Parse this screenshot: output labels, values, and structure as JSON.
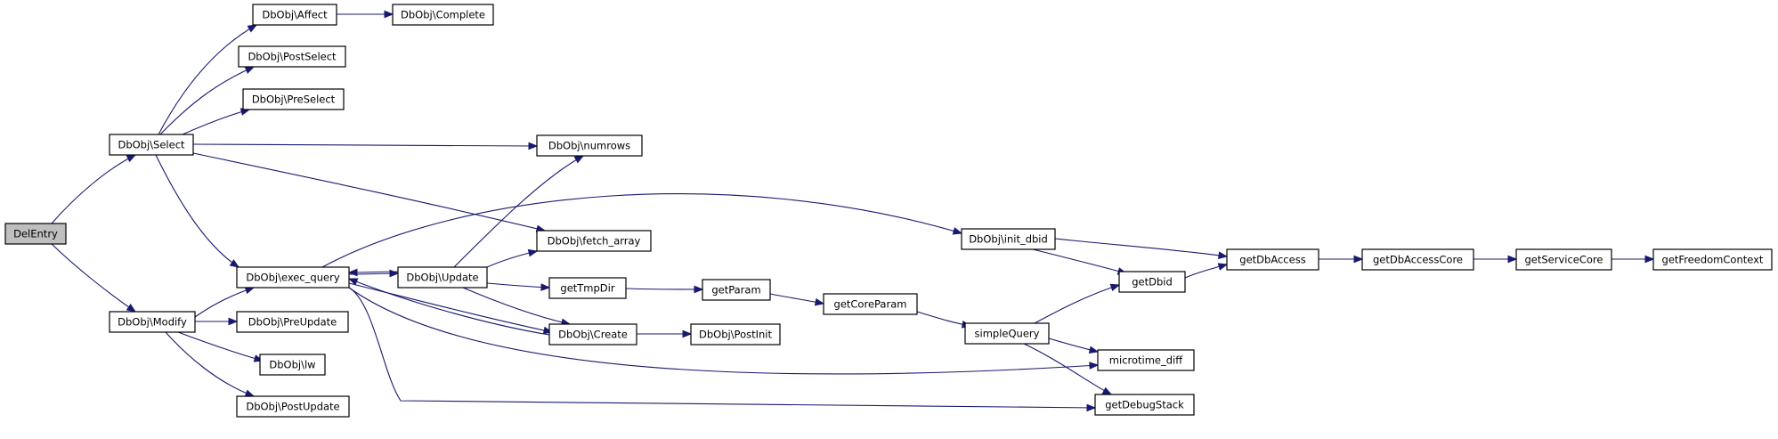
{
  "graph": {
    "nodes": [
      {
        "id": "delentry",
        "label": "DelEntry",
        "root": true
      },
      {
        "id": "select",
        "label": "DbObj\\Select"
      },
      {
        "id": "modify",
        "label": "DbObj\\Modify"
      },
      {
        "id": "affect",
        "label": "DbObj\\Affect"
      },
      {
        "id": "complete",
        "label": "DbObj\\Complete"
      },
      {
        "id": "postselect",
        "label": "DbObj\\PostSelect"
      },
      {
        "id": "preselect",
        "label": "DbObj\\PreSelect"
      },
      {
        "id": "numrows",
        "label": "DbObj\\numrows"
      },
      {
        "id": "fetch_array",
        "label": "DbObj\\fetch_array"
      },
      {
        "id": "exec_query",
        "label": "DbObj\\exec_query"
      },
      {
        "id": "update",
        "label": "DbObj\\Update"
      },
      {
        "id": "preupdate",
        "label": "DbObj\\PreUpdate"
      },
      {
        "id": "lw",
        "label": "DbObj\\lw"
      },
      {
        "id": "postupdate",
        "label": "DbObj\\PostUpdate"
      },
      {
        "id": "gettmpdir",
        "label": "getTmpDir"
      },
      {
        "id": "create",
        "label": "DbObj\\Create"
      },
      {
        "id": "postinit",
        "label": "DbObj\\PostInit"
      },
      {
        "id": "getparam",
        "label": "getParam"
      },
      {
        "id": "getcoreparam",
        "label": "getCoreParam"
      },
      {
        "id": "init_dbid",
        "label": "DbObj\\init_dbid"
      },
      {
        "id": "simplequery",
        "label": "simpleQuery"
      },
      {
        "id": "getdbid",
        "label": "getDbid"
      },
      {
        "id": "microtime_diff",
        "label": "microtime_diff"
      },
      {
        "id": "getdebugstack",
        "label": "getDebugStack"
      },
      {
        "id": "getdbaccess",
        "label": "getDbAccess"
      },
      {
        "id": "getdbaccesscore",
        "label": "getDbAccessCore"
      },
      {
        "id": "getservicecore",
        "label": "getServiceCore"
      },
      {
        "id": "getfreedomcontext",
        "label": "getFreedomContext"
      }
    ],
    "edges": [
      {
        "from": "delentry",
        "to": "select"
      },
      {
        "from": "delentry",
        "to": "modify"
      },
      {
        "from": "select",
        "to": "affect"
      },
      {
        "from": "select",
        "to": "postselect"
      },
      {
        "from": "select",
        "to": "preselect"
      },
      {
        "from": "select",
        "to": "numrows"
      },
      {
        "from": "select",
        "to": "fetch_array"
      },
      {
        "from": "select",
        "to": "exec_query"
      },
      {
        "from": "affect",
        "to": "complete"
      },
      {
        "from": "modify",
        "to": "exec_query"
      },
      {
        "from": "modify",
        "to": "preupdate"
      },
      {
        "from": "modify",
        "to": "lw"
      },
      {
        "from": "modify",
        "to": "postupdate"
      },
      {
        "from": "exec_query",
        "to": "init_dbid"
      },
      {
        "from": "exec_query",
        "to": "update"
      },
      {
        "from": "exec_query",
        "to": "create"
      },
      {
        "from": "exec_query",
        "to": "microtime_diff"
      },
      {
        "from": "exec_query",
        "to": "getdebugstack"
      },
      {
        "from": "update",
        "to": "numrows"
      },
      {
        "from": "update",
        "to": "fetch_array"
      },
      {
        "from": "update",
        "to": "exec_query"
      },
      {
        "from": "update",
        "to": "gettmpdir"
      },
      {
        "from": "update",
        "to": "create"
      },
      {
        "from": "create",
        "to": "exec_query"
      },
      {
        "from": "create",
        "to": "postinit"
      },
      {
        "from": "gettmpdir",
        "to": "getparam"
      },
      {
        "from": "getparam",
        "to": "getcoreparam"
      },
      {
        "from": "getcoreparam",
        "to": "simplequery"
      },
      {
        "from": "simplequery",
        "to": "getdbid"
      },
      {
        "from": "simplequery",
        "to": "microtime_diff"
      },
      {
        "from": "simplequery",
        "to": "getdebugstack"
      },
      {
        "from": "init_dbid",
        "to": "getdbid"
      },
      {
        "from": "init_dbid",
        "to": "getdbaccess"
      },
      {
        "from": "getdbid",
        "to": "getdbaccess"
      },
      {
        "from": "getdbaccess",
        "to": "getdbaccesscore"
      },
      {
        "from": "getdbaccesscore",
        "to": "getservicecore"
      },
      {
        "from": "getservicecore",
        "to": "getfreedomcontext"
      }
    ]
  }
}
